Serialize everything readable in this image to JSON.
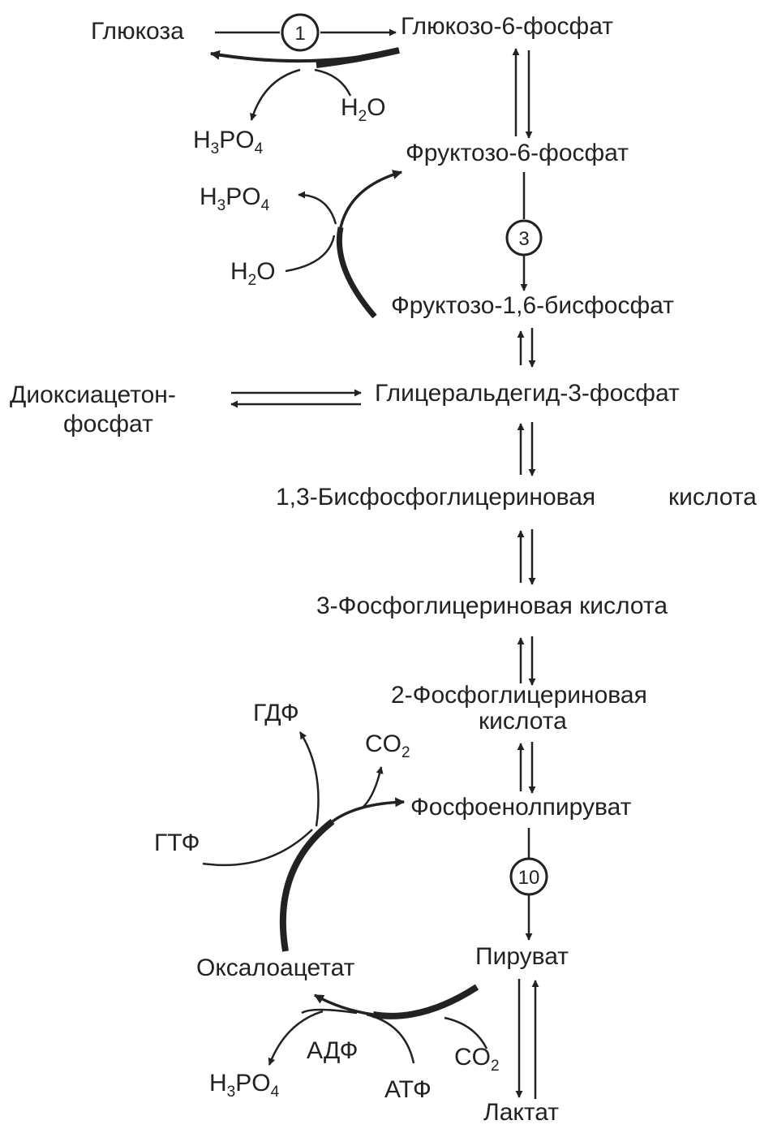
{
  "metabolites": {
    "glucose": "Глюкоза",
    "g6p": "Глюкозо-6-фосфат",
    "f6p": "Фруктозо-6-фосфат",
    "f16bp": "Фруктозо-1,6-бисфосфат",
    "gap": "Глицеральдегид-3-фосфат",
    "dhap_line1": "Диоксиацетон-",
    "dhap_line2": "фосфат",
    "bpg": "1,3-Бисфосфоглицериновая",
    "bpg_suffix": "кислота",
    "pg3": "3-Фосфоглицериновая кислота",
    "pg2_line1": "2-Фосфоглицериновая",
    "pg2_line2": "кислота",
    "pep": "Фосфоенолпируват",
    "pyruvate": "Пируват",
    "lactate": "Лактат",
    "oxaloacetate": "Оксалоацетат"
  },
  "cofactors": {
    "h2o_top": {
      "main": "H",
      "sub": "2",
      "tail": "O"
    },
    "h3po4_top": {
      "main": "H",
      "sub": "3",
      "mid": "PO",
      "sub2": "4"
    },
    "h3po4_mid": {
      "main": "H",
      "sub": "3",
      "mid": "PO",
      "sub2": "4"
    },
    "h2o_mid": {
      "main": "H",
      "sub": "2",
      "tail": "O"
    },
    "gdp": "ГДФ",
    "gtp": "ГТФ",
    "co2_top": {
      "main": "CO",
      "sub": "2"
    },
    "co2_bottom": {
      "main": "CO",
      "sub": "2"
    },
    "adp": "АДФ",
    "atp": "АТФ",
    "h3po4_bottom": {
      "main": "H",
      "sub": "3",
      "mid": "PO",
      "sub2": "4"
    }
  },
  "steps": {
    "s1": "1",
    "s3": "3",
    "s10": "10"
  },
  "colors": {
    "ink": "#222222",
    "background": "#ffffff"
  }
}
